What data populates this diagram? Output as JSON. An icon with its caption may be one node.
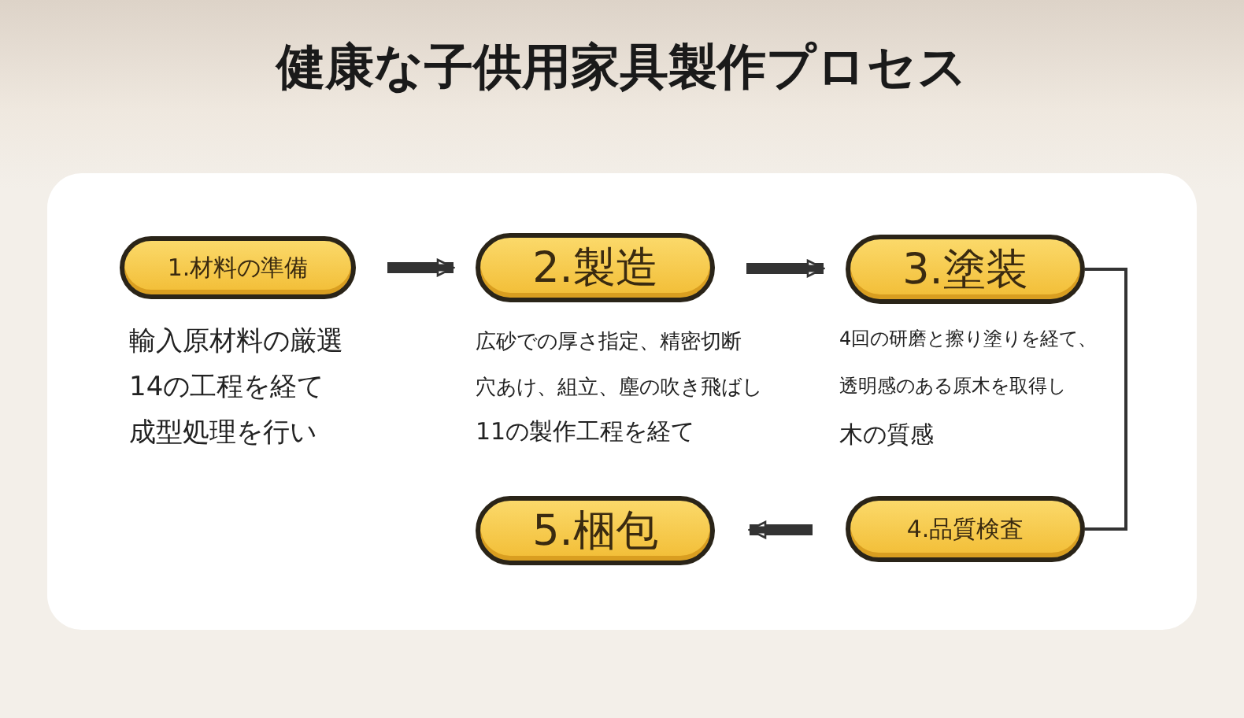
{
  "diagram": {
    "title": "健康な子供用家具製作プロセス",
    "nodes": [
      {
        "text": [
          "1.材料の準備"
        ],
        "beside": [
          "輸入原材料の厳選",
          "14の工程を経て",
          "成型処理を行い"
        ]
      },
      {
        "text": [
          "2.製造"
        ],
        "beside": [
          "広砂での厚さ指定、精密切断",
          "穴あけ、組立、塵の吹き飛ばし",
          "11の製作工程を経て"
        ]
      },
      {
        "text": [
          "3.塗装"
        ],
        "beside": [
          "4回の研磨と擦り塗りを経て、",
          "透明感のある原木を取得し",
          "木の質感"
        ]
      },
      {
        "text": [
          "4.品質検査"
        ]
      },
      {
        "text": [
          "5.梱包"
        ]
      }
    ],
    "edges": [
      {
        "from": 0,
        "to": 1,
        "arrow": "to"
      },
      {
        "from": 1,
        "to": 2,
        "arrow": "to"
      },
      {
        "from": 2,
        "to": 3,
        "arrow": "none"
      },
      {
        "from": 3,
        "to": 4,
        "arrow": "to"
      }
    ]
  }
}
